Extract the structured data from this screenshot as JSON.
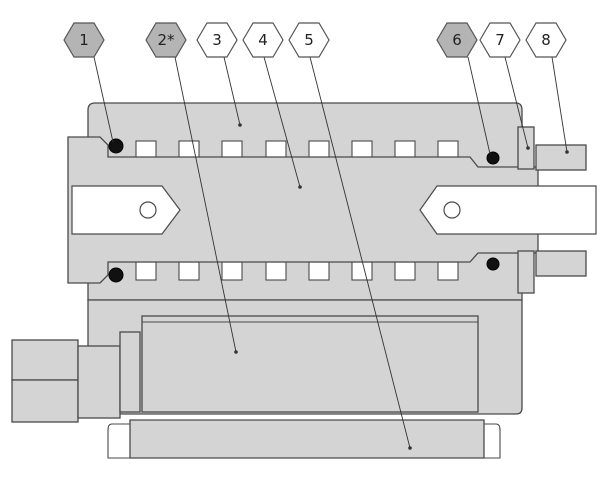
{
  "callouts": [
    {
      "label": "1",
      "style": "grey"
    },
    {
      "label": "2*",
      "style": "grey"
    },
    {
      "label": "3",
      "style": "white"
    },
    {
      "label": "4",
      "style": "white"
    },
    {
      "label": "5",
      "style": "white"
    },
    {
      "label": "6",
      "style": "grey"
    },
    {
      "label": "7",
      "style": "white"
    },
    {
      "label": "8",
      "style": "white"
    }
  ],
  "colors": {
    "part_fill": "#d4d4d4",
    "outline": "#4a4a4a",
    "callout_grey": "#b4b4b4",
    "oring": "#111111"
  }
}
